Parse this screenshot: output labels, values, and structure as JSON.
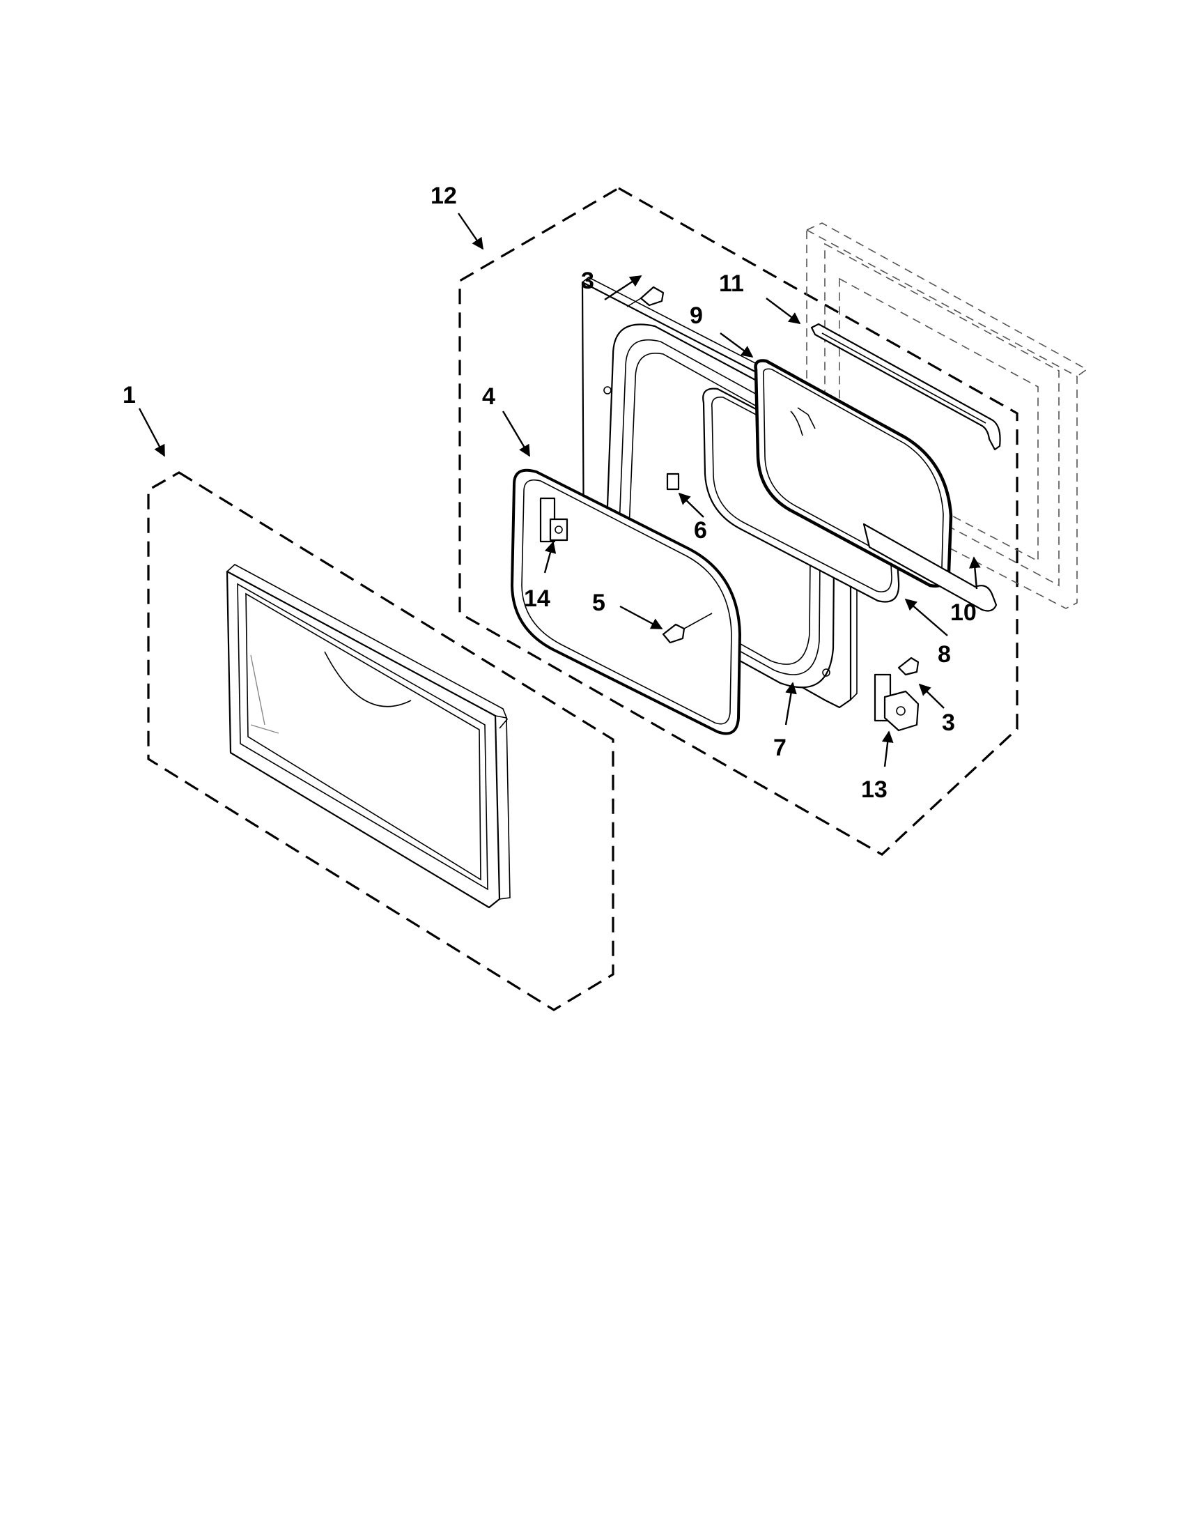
{
  "callouts": {
    "c1": "1",
    "c12": "12",
    "c3a": "3",
    "c3b": "3",
    "c4": "4",
    "c5": "5",
    "c6": "6",
    "c7": "7",
    "c8": "8",
    "c9": "9",
    "c10": "10",
    "c11": "11",
    "c13": "13",
    "c14": "14"
  }
}
